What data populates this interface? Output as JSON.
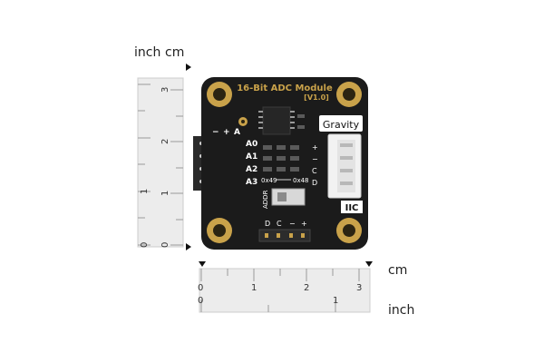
{
  "rulers": {
    "left_units": [
      "inch",
      "cm"
    ],
    "bottom_units": [
      "cm",
      "inch"
    ],
    "inch_ticks_vertical": [
      "0",
      "1"
    ],
    "cm_ticks_vertical": [
      "0",
      "1",
      "2",
      "3"
    ],
    "cm_ticks_horizontal": [
      "0",
      "1",
      "2",
      "3"
    ],
    "inch_ticks_horizontal": [
      "0",
      "1"
    ]
  },
  "board": {
    "title": "16-Bit ADC Module",
    "version": "[V1.0]",
    "brand_label": "Gravity",
    "header_col_minus": "−",
    "header_col_plus": "+",
    "header_col_a": "A",
    "pin_labels": [
      "A0",
      "A1",
      "A2",
      "A3"
    ],
    "addr_left": "0x49",
    "addr_right": "0x48",
    "addr_label": "ADDR",
    "connector_pins": [
      "+",
      "−",
      "C",
      "D"
    ],
    "bottom_pins": [
      "D",
      "C",
      "−",
      "+"
    ],
    "iic_label": "IIC",
    "colors": {
      "pcb": "#1b1b1b",
      "gold": "#c9a24a",
      "silk": "#ffffff",
      "header_red": "#d9565c",
      "header_blue": "#4f7fd6",
      "connector": "#f2f2f2"
    }
  }
}
